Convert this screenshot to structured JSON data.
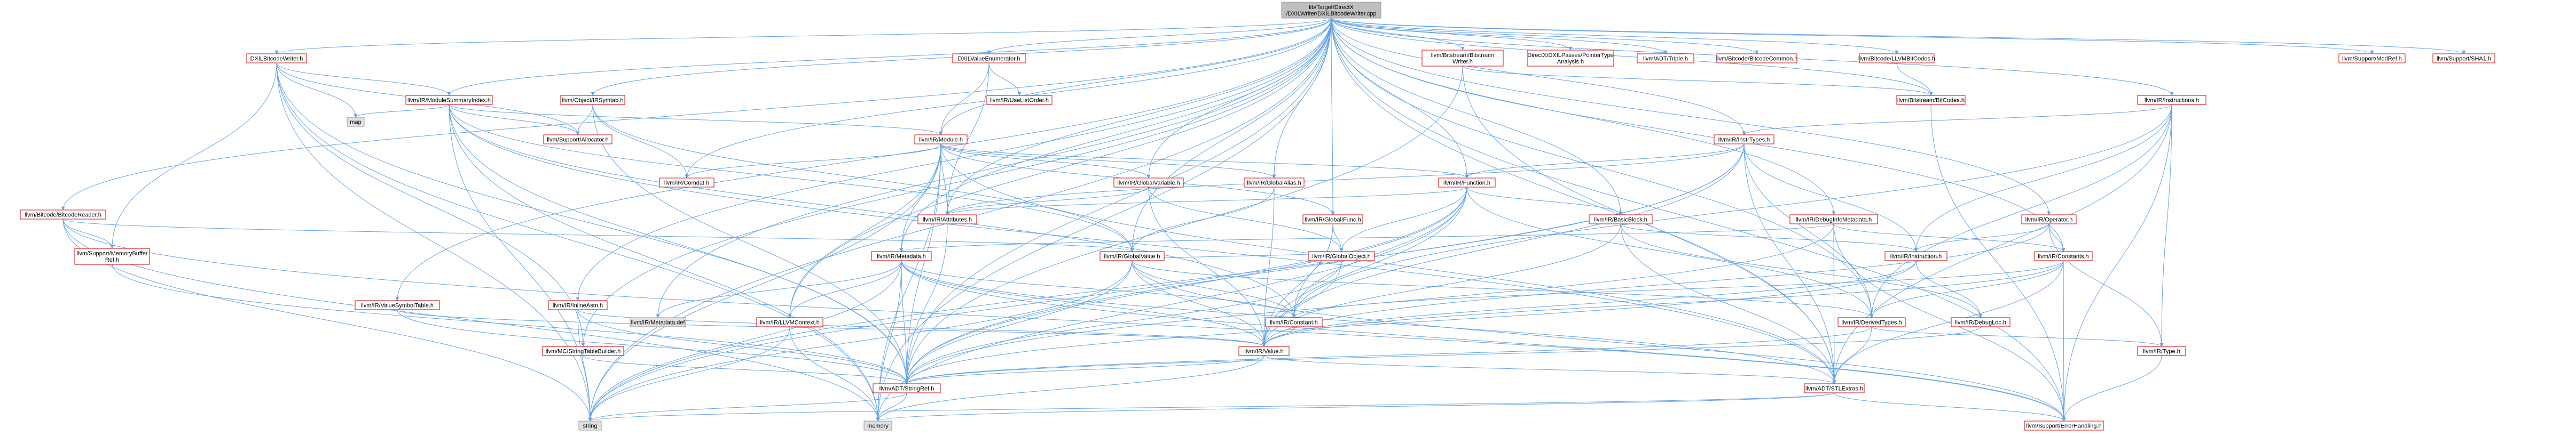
{
  "diagram": {
    "type": "include-dependency-graph",
    "root": "lib/Target/DirectX/DXILWriter/DXILBitcodeWriter.cpp",
    "colors": {
      "node_fill": "#ffffff",
      "root_fill": "#bfbfbf",
      "external_fill": "#e0e0e0",
      "red_border": "#cc0000",
      "gray_border": "#999999",
      "edge": "#63a2e8",
      "text": "#000000"
    },
    "nodes": [
      {
        "id": "root",
        "label": [
          "lib/Target/DirectX",
          "/DXILWriter/DXILBitcodeWriter.cpp"
        ],
        "kind": "root"
      },
      {
        "id": "dxilbw",
        "label": [
          "DXILBitcodeWriter.h"
        ]
      },
      {
        "id": "bcreader",
        "label": [
          "llvm/Bitcode/BitcodeReader.h"
        ]
      },
      {
        "id": "msi",
        "label": [
          "llvm/IR/ModuleSummaryIndex.h"
        ]
      },
      {
        "id": "map",
        "label": [
          "map"
        ],
        "kind": "external"
      },
      {
        "id": "memref",
        "label": [
          "llvm/Support/MemoryBuffer",
          "Ref.h"
        ]
      },
      {
        "id": "vst",
        "label": [
          "llvm/IR/ValueSymbolTable.h"
        ]
      },
      {
        "id": "objsym",
        "label": [
          "llvm/Object/IRSymtab.h"
        ]
      },
      {
        "id": "alloc",
        "label": [
          "llvm/Support/Allocator.h"
        ]
      },
      {
        "id": "comdat",
        "label": [
          "llvm/IR/Comdat.h"
        ]
      },
      {
        "id": "module",
        "label": [
          "llvm/IR/Module.h"
        ]
      },
      {
        "id": "dxvenum",
        "label": [
          "DXILValueEnumerator.h"
        ]
      },
      {
        "id": "uselist",
        "label": [
          "llvm/IR/UseListOrder.h"
        ]
      },
      {
        "id": "inlineasm",
        "label": [
          "llvm/IR/InlineAsm.h"
        ]
      },
      {
        "id": "metadata",
        "label": [
          "llvm/IR/Metadata.h"
        ]
      },
      {
        "id": "metadef",
        "label": [
          "llvm/IR/Metadata.def"
        ],
        "kind": "external"
      },
      {
        "id": "llvmctx",
        "label": [
          "llvm/IR/LLVMContext.h"
        ]
      },
      {
        "id": "strtab",
        "label": [
          "llvm/MC/StringTableBuilder.h"
        ]
      },
      {
        "id": "globalvar",
        "label": [
          "llvm/IR/GlobalVariable.h"
        ]
      },
      {
        "id": "globalalias",
        "label": [
          "llvm/IR/GlobalAlias.h"
        ]
      },
      {
        "id": "attributes",
        "label": [
          "llvm/IR/Attributes.h"
        ]
      },
      {
        "id": "globalvalue",
        "label": [
          "llvm/IR/GlobalValue.h"
        ]
      },
      {
        "id": "globalifunc",
        "label": [
          "llvm/IR/GlobalIFunc.h"
        ]
      },
      {
        "id": "globalobject",
        "label": [
          "llvm/IR/GlobalObject.h"
        ]
      },
      {
        "id": "function",
        "label": [
          "llvm/IR/Function.h"
        ]
      },
      {
        "id": "constant",
        "label": [
          "llvm/IR/Constant.h"
        ]
      },
      {
        "id": "value",
        "label": [
          "llvm/IR/Value.h"
        ]
      },
      {
        "id": "stringref",
        "label": [
          "llvm/ADT/StringRef.h"
        ]
      },
      {
        "id": "string",
        "label": [
          "string"
        ],
        "kind": "external"
      },
      {
        "id": "memory",
        "label": [
          "memory"
        ],
        "kind": "external"
      },
      {
        "id": "bitstream",
        "label": [
          "llvm/Bitstream/Bitstream",
          "Writer.h"
        ]
      },
      {
        "id": "pointertype",
        "label": [
          "DirectX/DXILPasses/PointerType",
          "Analysis.h"
        ]
      },
      {
        "id": "triple",
        "label": [
          "llvm/ADT/Triple.h"
        ]
      },
      {
        "id": "bccommon",
        "label": [
          "llvm/Bitcode/BitcodeCommon.h"
        ]
      },
      {
        "id": "llvmbitcodes",
        "label": [
          "llvm/Bitcode/LLVMBitCodes.h"
        ]
      },
      {
        "id": "bitcodes",
        "label": [
          "llvm/Bitstream/BitCodes.h"
        ]
      },
      {
        "id": "insttypes",
        "label": [
          "llvm/IR/InstrTypes.h"
        ]
      },
      {
        "id": "basicblock",
        "label": [
          "llvm/IR/BasicBlock.h"
        ]
      },
      {
        "id": "debuginfo",
        "label": [
          "llvm/IR/DebugInfoMetadata.h"
        ]
      },
      {
        "id": "instruction",
        "label": [
          "llvm/IR/Instruction.h"
        ]
      },
      {
        "id": "derivedtypes",
        "label": [
          "llvm/IR/DerivedTypes.h"
        ]
      },
      {
        "id": "stlextras",
        "label": [
          "llvm/ADT/STLExtras.h"
        ]
      },
      {
        "id": "errorhandling",
        "label": [
          "llvm/Support/ErrorHandling.h"
        ]
      },
      {
        "id": "instructions",
        "label": [
          "llvm/IR/Instructions.h"
        ]
      },
      {
        "id": "operator",
        "label": [
          "llvm/IR/Operator.h"
        ]
      },
      {
        "id": "constants",
        "label": [
          "llvm/IR/Constants.h"
        ]
      },
      {
        "id": "debugloc",
        "label": [
          "llvm/IR/DebugLoc.h"
        ]
      },
      {
        "id": "type",
        "label": [
          "llvm/IR/Type.h"
        ]
      },
      {
        "id": "modref",
        "label": [
          "llvm/Support/ModRef.h"
        ]
      },
      {
        "id": "sha1",
        "label": [
          "llvm/Support/SHA1.h"
        ]
      }
    ],
    "edges": [
      [
        "root",
        "dxilbw"
      ],
      [
        "root",
        "bcreader"
      ],
      [
        "root",
        "msi"
      ],
      [
        "root",
        "vst"
      ],
      [
        "root",
        "objsym"
      ],
      [
        "root",
        "dxvenum"
      ],
      [
        "root",
        "comdat"
      ],
      [
        "root",
        "module"
      ],
      [
        "root",
        "inlineasm"
      ],
      [
        "root",
        "metadef"
      ],
      [
        "root",
        "llvmctx"
      ],
      [
        "root",
        "metadata"
      ],
      [
        "root",
        "globalvar"
      ],
      [
        "root",
        "globalalias"
      ],
      [
        "root",
        "globalifunc"
      ],
      [
        "root",
        "function"
      ],
      [
        "root",
        "bitstream"
      ],
      [
        "root",
        "pointertype"
      ],
      [
        "root",
        "triple"
      ],
      [
        "root",
        "bccommon"
      ],
      [
        "root",
        "llvmbitcodes"
      ],
      [
        "root",
        "bitcodes"
      ],
      [
        "root",
        "insttypes"
      ],
      [
        "root",
        "basicblock"
      ],
      [
        "root",
        "debuginfo"
      ],
      [
        "root",
        "instructions"
      ],
      [
        "root",
        "operator"
      ],
      [
        "root",
        "constants"
      ],
      [
        "root",
        "derivedtypes"
      ],
      [
        "root",
        "stlextras"
      ],
      [
        "root",
        "errorhandling"
      ],
      [
        "root",
        "modref"
      ],
      [
        "root",
        "sha1"
      ],
      [
        "root",
        "memory"
      ],
      [
        "root",
        "string"
      ],
      [
        "root",
        "stringref"
      ],
      [
        "root",
        "strtab"
      ],
      [
        "root",
        "globalvalue"
      ],
      [
        "root",
        "attributes"
      ],
      [
        "dxilbw",
        "msi"
      ],
      [
        "dxilbw",
        "memref"
      ],
      [
        "dxilbw",
        "map"
      ],
      [
        "dxilbw",
        "alloc"
      ],
      [
        "dxilbw",
        "stringref"
      ],
      [
        "dxilbw",
        "string"
      ],
      [
        "dxilbw",
        "memory"
      ],
      [
        "dxilbw",
        "strtab"
      ],
      [
        "bcreader",
        "memref"
      ],
      [
        "bcreader",
        "globalvalue"
      ],
      [
        "bcreader",
        "errorhandling"
      ],
      [
        "bcreader",
        "string"
      ],
      [
        "bcreader",
        "memory"
      ],
      [
        "msi",
        "map"
      ],
      [
        "msi",
        "alloc"
      ],
      [
        "msi",
        "module"
      ],
      [
        "msi",
        "globalvalue"
      ],
      [
        "msi",
        "constant"
      ],
      [
        "msi",
        "stringref"
      ],
      [
        "msi",
        "string"
      ],
      [
        "msi",
        "memory"
      ],
      [
        "msi",
        "stlextras"
      ],
      [
        "memref",
        "stringref"
      ],
      [
        "vst",
        "value"
      ],
      [
        "vst",
        "stringref"
      ],
      [
        "objsym",
        "alloc"
      ],
      [
        "objsym",
        "comdat"
      ],
      [
        "objsym",
        "globalvalue"
      ],
      [
        "objsym",
        "stringref"
      ],
      [
        "module",
        "comdat"
      ],
      [
        "module",
        "attributes"
      ],
      [
        "module",
        "metadata"
      ],
      [
        "module",
        "globalvar"
      ],
      [
        "module",
        "globalalias"
      ],
      [
        "module",
        "globalifunc"
      ],
      [
        "module",
        "function"
      ],
      [
        "module",
        "llvmctx"
      ],
      [
        "module",
        "stringref"
      ],
      [
        "module",
        "string"
      ],
      [
        "module",
        "memory"
      ],
      [
        "module",
        "stlextras"
      ],
      [
        "dxvenum",
        "uselist"
      ],
      [
        "dxvenum",
        "attributes"
      ],
      [
        "dxvenum",
        "module"
      ],
      [
        "inlineasm",
        "value"
      ],
      [
        "inlineasm",
        "stringref"
      ],
      [
        "inlineasm",
        "string"
      ],
      [
        "metadata",
        "metadef"
      ],
      [
        "metadata",
        "llvmctx"
      ],
      [
        "metadata",
        "constant"
      ],
      [
        "metadata",
        "value"
      ],
      [
        "metadata",
        "stringref"
      ],
      [
        "metadata",
        "stlextras"
      ],
      [
        "metadata",
        "errorhandling"
      ],
      [
        "metadata",
        "memory"
      ],
      [
        "metadata",
        "string"
      ],
      [
        "llvmctx",
        "string"
      ],
      [
        "llvmctx",
        "memory"
      ],
      [
        "strtab",
        "stringref"
      ],
      [
        "globalvar",
        "globalobject"
      ],
      [
        "globalvar",
        "attributes"
      ],
      [
        "globalvar",
        "value"
      ],
      [
        "globalalias",
        "globalvalue"
      ],
      [
        "globalalias",
        "value"
      ],
      [
        "attributes",
        "stringref"
      ],
      [
        "globalvalue",
        "constant"
      ],
      [
        "globalvalue",
        "value"
      ],
      [
        "globalvalue",
        "derivedtypes"
      ],
      [
        "globalvalue",
        "errorhandling"
      ],
      [
        "globalvalue",
        "stringref"
      ],
      [
        "globalvalue",
        "string"
      ],
      [
        "globalifunc",
        "globalobject"
      ],
      [
        "globalifunc",
        "value"
      ],
      [
        "globalifunc",
        "constant"
      ],
      [
        "globalobject",
        "globalvalue"
      ],
      [
        "globalobject",
        "value"
      ],
      [
        "globalobject",
        "stringref"
      ],
      [
        "function",
        "attributes"
      ],
      [
        "function",
        "basicblock"
      ],
      [
        "function",
        "derivedtypes"
      ],
      [
        "function",
        "globalobject"
      ],
      [
        "function",
        "value"
      ],
      [
        "function",
        "stringref"
      ],
      [
        "function",
        "string"
      ],
      [
        "function",
        "memory"
      ],
      [
        "function",
        "constant"
      ],
      [
        "constant",
        "value"
      ],
      [
        "value",
        "stringref"
      ],
      [
        "value",
        "stlextras"
      ],
      [
        "value",
        "memory"
      ],
      [
        "stringref",
        "string"
      ],
      [
        "stringref",
        "memory"
      ],
      [
        "bitstream",
        "bitcodes"
      ],
      [
        "bitstream",
        "stringref"
      ],
      [
        "bitstream",
        "stlextras"
      ],
      [
        "llvmbitcodes",
        "bitcodes"
      ],
      [
        "bitcodes",
        "errorhandling"
      ],
      [
        "insttypes",
        "attributes"
      ],
      [
        "insttypes",
        "instruction"
      ],
      [
        "insttypes",
        "derivedtypes"
      ],
      [
        "insttypes",
        "function"
      ],
      [
        "insttypes",
        "stlextras"
      ],
      [
        "insttypes",
        "value"
      ],
      [
        "insttypes",
        "stringref"
      ],
      [
        "insttypes",
        "string"
      ],
      [
        "basicblock",
        "instruction"
      ],
      [
        "basicblock",
        "value"
      ],
      [
        "basicblock",
        "debugloc"
      ],
      [
        "basicblock",
        "stlextras"
      ],
      [
        "debuginfo",
        "metadata"
      ],
      [
        "debuginfo",
        "constants"
      ],
      [
        "debuginfo",
        "stringref"
      ],
      [
        "debuginfo",
        "errorhandling"
      ],
      [
        "debuginfo",
        "stlextras"
      ],
      [
        "instruction",
        "value"
      ],
      [
        "instruction",
        "debugloc"
      ],
      [
        "instruction",
        "stringref"
      ],
      [
        "derivedtypes",
        "type"
      ],
      [
        "derivedtypes",
        "stringref"
      ],
      [
        "derivedtypes",
        "stlextras"
      ],
      [
        "stlextras",
        "errorhandling"
      ],
      [
        "stlextras",
        "memory"
      ],
      [
        "stlextras",
        "string"
      ],
      [
        "instructions",
        "insttypes"
      ],
      [
        "instructions",
        "instruction"
      ],
      [
        "instructions",
        "constant"
      ],
      [
        "instructions",
        "derivedtypes"
      ],
      [
        "instructions",
        "type"
      ],
      [
        "instructions",
        "errorhandling"
      ],
      [
        "instructions",
        "stlextras"
      ],
      [
        "operator",
        "constants"
      ],
      [
        "operator",
        "instruction"
      ],
      [
        "operator",
        "type"
      ],
      [
        "operator",
        "value"
      ],
      [
        "constants",
        "constant"
      ],
      [
        "constants",
        "derivedtypes"
      ],
      [
        "constants",
        "value"
      ],
      [
        "constants",
        "errorhandling"
      ],
      [
        "constants",
        "stlextras"
      ],
      [
        "type",
        "errorhandling"
      ],
      [
        "debugloc",
        "stringref"
      ]
    ]
  }
}
